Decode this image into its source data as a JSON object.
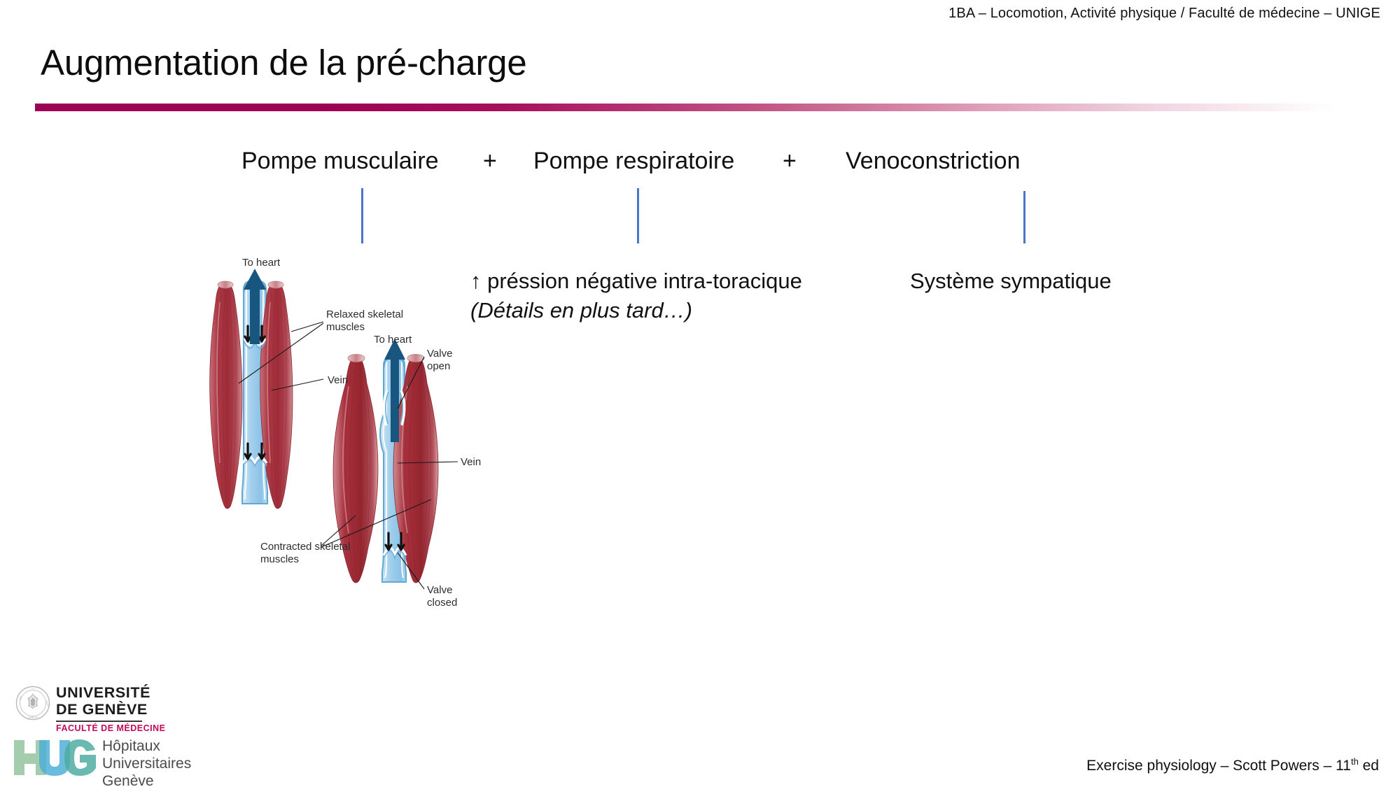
{
  "header": {
    "course_line": "1BA – Locomotion, Activité physique / Faculté de médecine – UNIGE"
  },
  "title": {
    "text": "Augmentation de la pré-charge",
    "rule_color_start": "#9C0054",
    "rule_color_end": "#FFFFFF"
  },
  "mechanisms": {
    "items": [
      {
        "label": "Pompe musculaire"
      },
      {
        "label": "Pompe respiratoire"
      },
      {
        "label": "Venoconstriction"
      }
    ],
    "separators": [
      "+",
      "+"
    ],
    "connector_color": "#4A76C8"
  },
  "details": {
    "respiratory_line1": "↑ préssion négative intra-toracique",
    "respiratory_line2": "(Détails en plus tard…)",
    "venoconstriction_line1": "Système sympatique"
  },
  "diagram": {
    "title": "skeletal-muscle-pump",
    "labels": {
      "to_heart_left": "To heart",
      "to_heart_right": "To heart",
      "relaxed_muscles": "Relaxed skeletal\nmuscles",
      "relaxed_muscles_l1": "Relaxed skeletal",
      "relaxed_muscles_l2": "muscles",
      "contracted_muscles_l1": "Contracted skeletal",
      "contracted_muscles_l2": "muscles",
      "vein_left": "Vein",
      "vein_right": "Vein",
      "valve_open_l1": "Valve",
      "valve_open_l2": "open",
      "valve_closed_l1": "Valve",
      "valve_closed_l2": "closed"
    },
    "colors": {
      "muscle": "#A8343F",
      "muscle_light": "#C4636B",
      "vein": "#A6D2EE",
      "vein_stroke": "#5BA3D0",
      "arrow": "#18557F",
      "label_text": "#3A3A3A"
    }
  },
  "footer": {
    "reference_before": "Exercise physiology – Scott Powers – 11",
    "reference_sup": "th",
    "reference_after": " ed"
  },
  "logos": {
    "unige": {
      "line1": "UNIVERSITÉ",
      "line2": "DE GENÈVE",
      "faculty": "FACULTÉ DE MÉDECINE",
      "faculty_color": "#C2095A"
    },
    "hug": {
      "mark": "HUG",
      "line1": "Hôpitaux",
      "line2": "Universitaires",
      "line3": "Genève",
      "color_h": "#9CC9A6",
      "color_u": "#3FA9D4",
      "color_g": "#3FA69A"
    }
  }
}
